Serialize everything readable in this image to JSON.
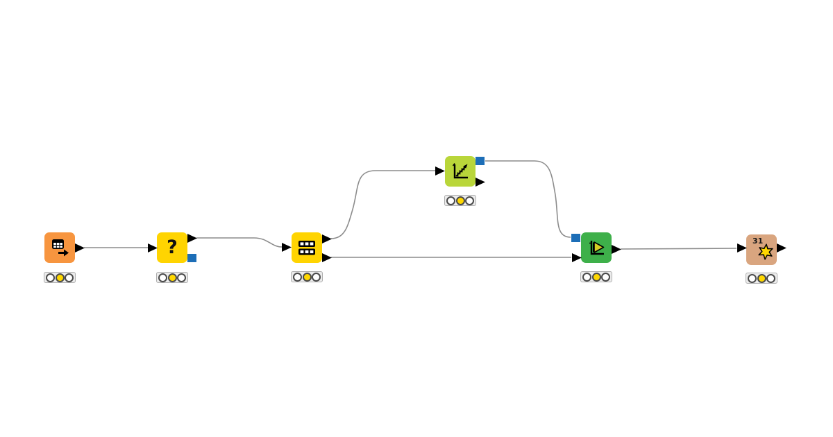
{
  "app": {
    "name": "workflow-canvas",
    "background": "#ffffff"
  },
  "colors": {
    "source_orange": "#F7953F",
    "node_yellow": "#FFD401",
    "learner_lime": "#B9D63A",
    "predictor_green": "#3EB04A",
    "scorer_tan": "#D9A57F",
    "model_port_blue": "#1D6EB7",
    "wire_gray": "#8C8C8C",
    "lamp_yellow": "#FFD800",
    "port_black": "#000000"
  },
  "nodes": [
    {
      "id": "source-node",
      "icon": "table-with-arrow-icon",
      "color": "#F7953F",
      "state": "configured"
    },
    {
      "id": "question-node",
      "icon": "question-mark-icon",
      "glyph": "?",
      "color": "#FFD401",
      "state": "configured"
    },
    {
      "id": "splitter-node",
      "icon": "split-tables-icon",
      "color": "#FFD401",
      "state": "configured"
    },
    {
      "id": "learner-node",
      "icon": "rising-chart-icon",
      "color": "#B9D63A",
      "state": "configured"
    },
    {
      "id": "predictor-node",
      "icon": "axis-play-triangle-icon",
      "color": "#3EB04A",
      "state": "configured"
    },
    {
      "id": "scorer-node",
      "icon": "starburst-icon",
      "badge": "31",
      "color": "#D9A57F",
      "state": "configured"
    }
  ],
  "traffic_light": {
    "states": [
      "off",
      "on",
      "off"
    ]
  }
}
